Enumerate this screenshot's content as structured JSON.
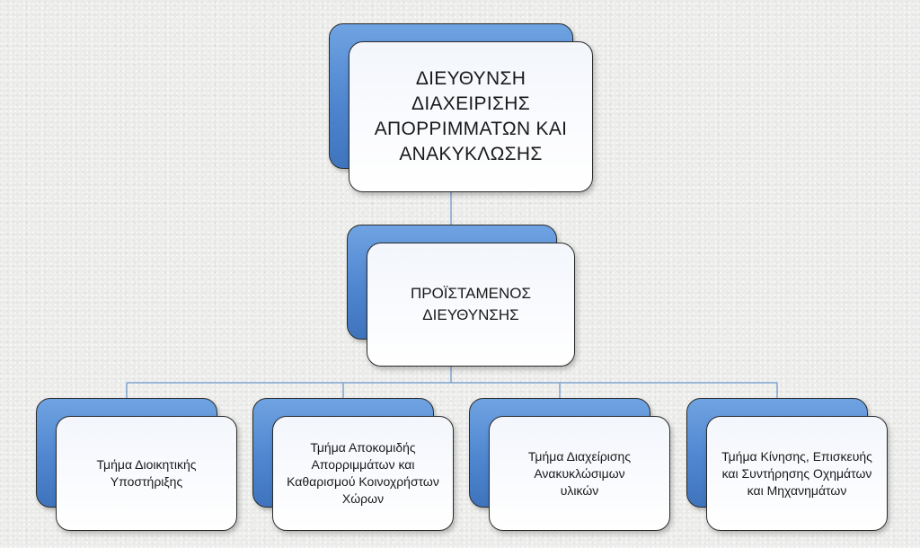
{
  "director": {
    "label": "ΔΙΕΥΘΥΝΣΗ ΔΙΑΧΕΙΡΙΣΗΣ ΑΠΟΡΡΙΜΜΑΤΩΝ ΚΑΙ ΑΝΑΚΥΚΛΩΣΗΣ"
  },
  "head": {
    "label": "ΠΡΟΪΣΤΑΜΕΝΟΣ ΔΙΕΥΘΥΝΣΗΣ"
  },
  "departments": [
    {
      "label": "Τμήμα Διοικητικής Υποστήριξης"
    },
    {
      "label": "Τμήμα Αποκομιδής Απορριμμάτων και Καθαρισμού Κοινοχρήστων Χώρων"
    },
    {
      "label": "Τμήμα Διαχείρισης Ανακυκλώσιμων υλικών"
    },
    {
      "label": "Τμήμα Κίνησης, Επισκευής και Συντήρησης Οχημάτων και Μηχανημάτων"
    }
  ],
  "colors": {
    "accent": "#4f86cf",
    "connector": "#7ea4cf"
  }
}
